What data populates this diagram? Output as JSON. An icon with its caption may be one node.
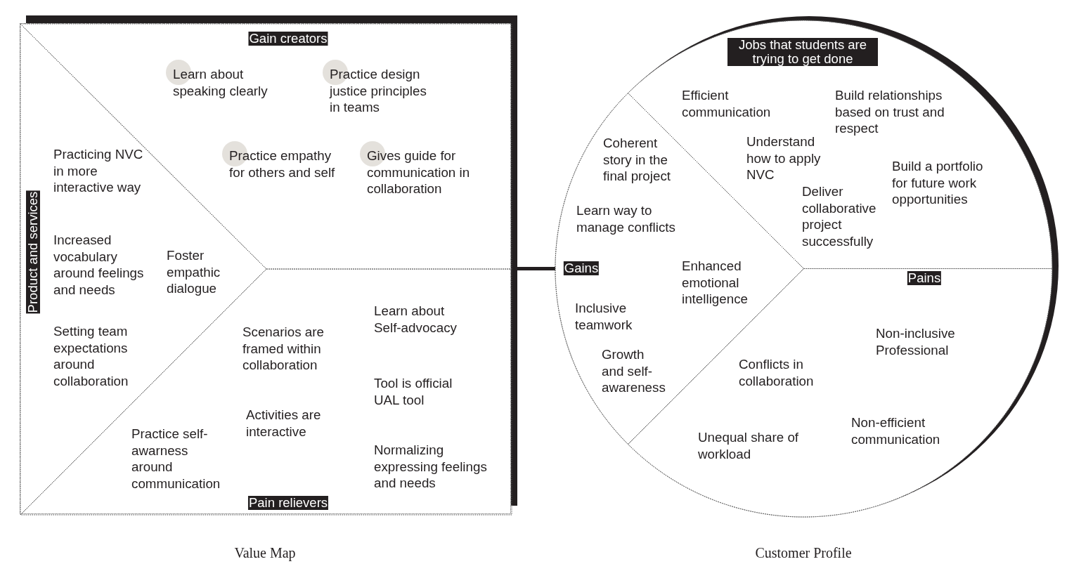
{
  "diagram": {
    "nodes": [
      {
        "text": [],
        "shape": "box",
        "beside": [
          "Value Map"
        ]
      },
      {
        "text": [
          "Gain creators",
          "Learn about speaking clearly",
          "Practice design justice principles in teams",
          "Practice empathy for others and self",
          "Gives guide for communication in collaboration"
        ],
        "in": 0
      },
      {
        "text": [
          "Product and services",
          "Practicing NVC in more interactive way",
          "Increased vocabulary around feelings and needs",
          "Foster empathic dialogue",
          "Setting team expectations around collaboration"
        ],
        "in": 0
      },
      {
        "text": [
          "Pain relievers",
          "Learn about Self-advocacy",
          "Scenarios are framed within collaboration",
          "Tool is official UAL tool",
          "Activities are interactive",
          "Practice self-awarness around communication",
          "Normalizing expressing feelings and needs"
        ],
        "in": 0
      },
      {
        "text": [],
        "shape": "circle",
        "beside": [
          "Customer Profile"
        ]
      },
      {
        "text": [
          "Jobs that students are trying to get done",
          "Efficient communication",
          "Build relationships based on trust and respect",
          "Understand how to apply NVC",
          "Build a portfolio for future work opportunities",
          "Deliver collaborative project successfully"
        ],
        "in": 4
      },
      {
        "text": [
          "Gains",
          "Coherent story in the final project",
          "Learn way to manage conflicts",
          "Enhanced emotional intelligence",
          "Inclusive teamwork",
          "Growth and self-awareness"
        ],
        "in": 4
      },
      {
        "text": [
          "Pains",
          "Non-inclusive Professional",
          "Conflicts in collaboration",
          "Non-efficient communication",
          "Unequal share of workload"
        ],
        "in": 4
      }
    ],
    "edges": [
      {
        "from": 0,
        "to": 4,
        "arrow": "none"
      }
    ]
  }
}
